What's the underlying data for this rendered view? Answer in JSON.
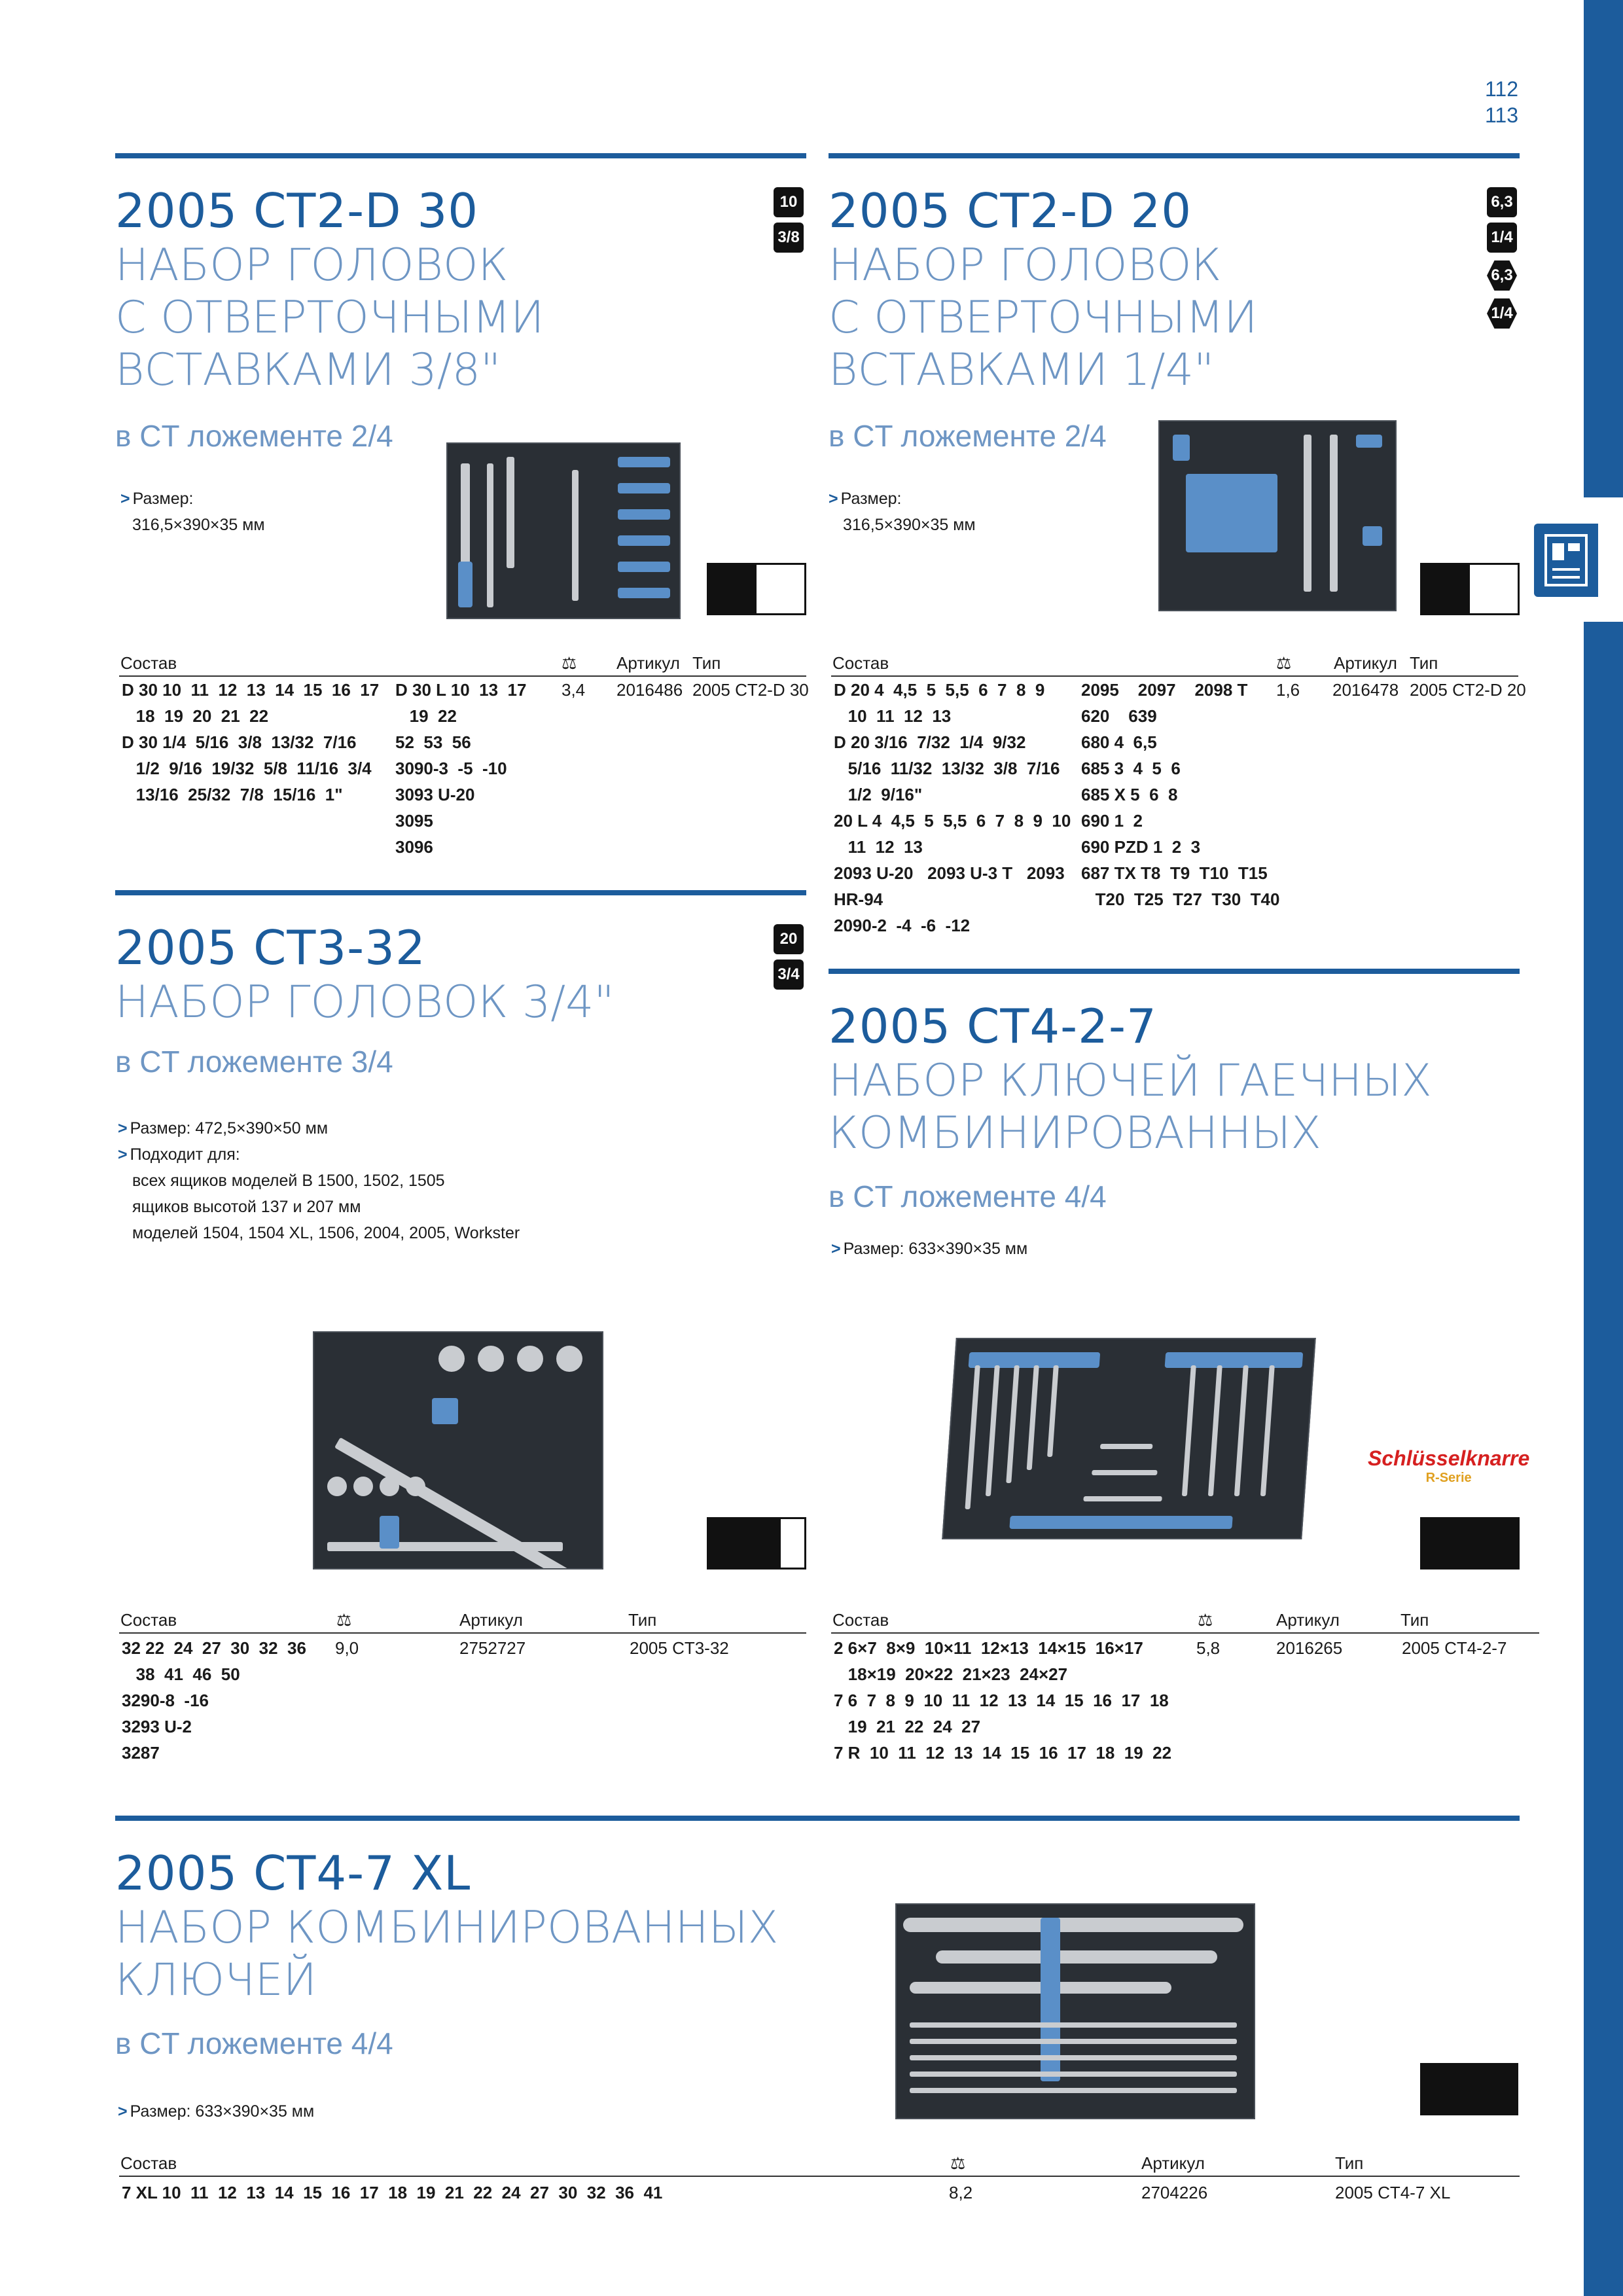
{
  "page": {
    "numbers": [
      "112",
      "113"
    ]
  },
  "colors": {
    "accent": "#1c5c9c",
    "title": "#6e96c4"
  },
  "sections": {
    "s1": {
      "code": "2005 CT2-D 30",
      "title_lines": [
        "НАБОР ГОЛОВОК",
        "С ОТВЕРТОЧНЫМИ",
        "ВСТАВКАМИ 3/8\""
      ],
      "subtitle": "в CT ложементе 2/4",
      "size_label": "Размер:",
      "size_value": "316,5×390×35 мм",
      "badges": [
        "10",
        "3/8"
      ],
      "headers": {
        "composition": "Состав",
        "article": "Артикул",
        "type": "Тип"
      },
      "weight": "3,4",
      "article": "2016486",
      "type": "2005 CT2-D 30",
      "comp_left": [
        "D 30 10  11  12  13  14  15  16  17",
        "   18  19  20  21  22",
        "D 30 1/4  5/16  3/8  13/32  7/16",
        "   1/2  9/16  19/32  5/8  11/16  3/4",
        "   13/16  25/32  7/8  15/16  1\""
      ],
      "comp_right": [
        "D 30 L 10  13  17",
        "   19  22",
        "52  53  56",
        "3090-3  -5  -10",
        "3093 U-20",
        "3095",
        "3096"
      ]
    },
    "s2": {
      "code": "2005 CT2-D 20",
      "title_lines": [
        "НАБОР ГОЛОВОК",
        "С ОТВЕРТОЧНЫМИ",
        "ВСТАВКАМИ 1/4\""
      ],
      "subtitle": "в CT ложементе 2/4",
      "size_label": "Размер:",
      "size_value": "316,5×390×35 мм",
      "badges": [
        "6,3",
        "1/4",
        "6,3",
        "1/4"
      ],
      "headers": {
        "composition": "Состав",
        "article": "Артикул",
        "type": "Тип"
      },
      "weight": "1,6",
      "article": "2016478",
      "type": "2005 CT2-D 20",
      "comp_left": [
        "D 20 4  4,5  5  5,5  6  7  8  9",
        "   10  11  12  13",
        "D 20 3/16  7/32  1/4  9/32",
        "   5/16  11/32  13/32  3/8  7/16",
        "   1/2  9/16\"",
        "20 L 4  4,5  5  5,5  6  7  8  9  10",
        "   11  12  13",
        "2093 U-20   2093 U-3 T   2093",
        "HR-94",
        "2090-2  -4  -6  -12"
      ],
      "comp_right": [
        "2095    2097    2098 T",
        "620    639",
        "680 4  6,5",
        "685 3  4  5  6",
        "685 X 5  6  8",
        "690 1  2",
        "690 PZD 1  2  3",
        "687 TX T8  T9  T10  T15",
        "   T20  T25  T27  T30  T40"
      ]
    },
    "s3": {
      "code": "2005 CT3-32",
      "title_lines": [
        "НАБОР ГОЛОВОК 3/4\""
      ],
      "subtitle": "в CT ложементе 3/4",
      "info_lines": [
        "Размер: 472,5×390×50 мм",
        "Подходит для:",
        "всех ящиков моделей B 1500, 1502, 1505",
        "ящиков высотой 137 и 207 мм",
        "моделей 1504, 1504 XL, 1506, 2004, 2005, Workster"
      ],
      "badges": [
        "20",
        "3/4"
      ],
      "headers": {
        "composition": "Состав",
        "article": "Артикул",
        "type": "Тип"
      },
      "weight": "9,0",
      "article": "2752727",
      "type": "2005 CT3-32",
      "comp_left": [
        "32 22  24  27  30  32  36",
        "   38  41  46  50",
        "3290-8  -16",
        "3293 U-2",
        "3287"
      ]
    },
    "s4": {
      "code": "2005 CT4-2-7",
      "title_lines": [
        "НАБОР КЛЮЧЕЙ ГАЕЧНЫХ",
        "КОМБИНИРОВАННЫХ"
      ],
      "subtitle": "в CT ложементе 4/4",
      "size_line": "Размер: 633×390×35 мм",
      "logo": "Schlüsselknarre",
      "logo_sub": "R-Serie",
      "headers": {
        "composition": "Состав",
        "article": "Артикул",
        "type": "Тип"
      },
      "weight": "5,8",
      "article": "2016265",
      "type": "2005 CT4-2-7",
      "comp_left": [
        "2 6×7  8×9  10×11  12×13  14×15  16×17",
        "   18×19  20×22  21×23  24×27",
        "7 6  7  8  9  10  11  12  13  14  15  16  17  18",
        "   19  21  22  24  27",
        "7 R  10  11  12  13  14  15  16  17  18  19  22"
      ]
    },
    "s5": {
      "code": "2005 CT4-7 XL",
      "title_lines": [
        "НАБОР КОМБИНИРОВАННЫХ",
        "КЛЮЧЕЙ"
      ],
      "subtitle": "в CT ложементе 4/4",
      "size_line": "Размер: 633×390×35 мм",
      "headers": {
        "composition": "Состав",
        "article": "Артикул",
        "type": "Тип"
      },
      "weight": "8,2",
      "article": "2704226",
      "type": "2005 CT4-7 XL",
      "comp_left": [
        "7 XL 10  11  12  13  14  15  16  17  18  19  21  22  24  27  30  32  36  41"
      ]
    }
  }
}
